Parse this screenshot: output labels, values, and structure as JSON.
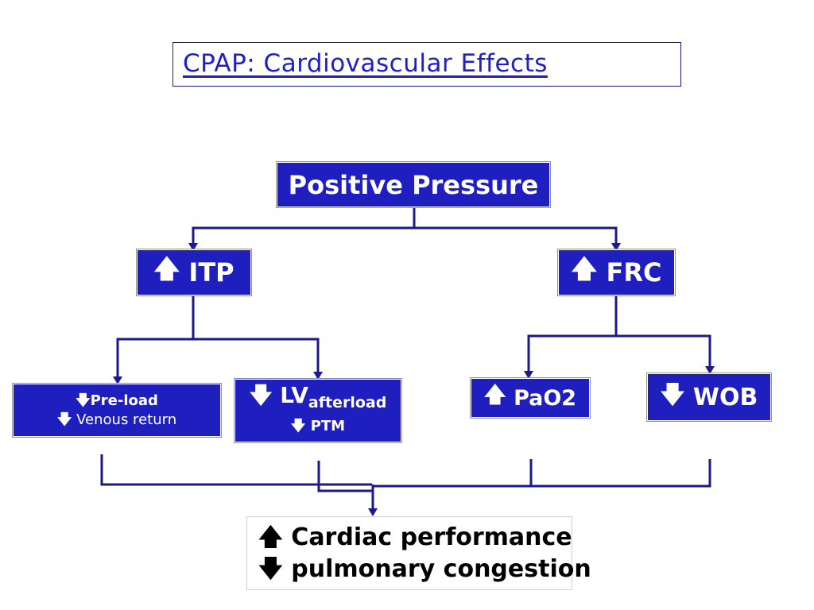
{
  "title": "CPAP: Cardiovascular  Effects",
  "colors": {
    "node_fill": "#1f1fc0",
    "title_text": "#1f1fc8",
    "connector": "#1a1a8c"
  },
  "nodes": {
    "positive_pressure": {
      "label": "Positive Pressure"
    },
    "itp": {
      "arrow": "🡅",
      "label": "ITP"
    },
    "frc": {
      "arrow": "🡅",
      "label": "FRC"
    },
    "preload": {
      "arrow1": "🡇",
      "line1": "Pre-load",
      "arrow2": "🡇",
      "line2": "Venous return"
    },
    "lv_afterload": {
      "arrow1": "🡇",
      "main": "LV",
      "sub": "afterload",
      "arrow2": "🡇",
      "line2": "PTM"
    },
    "pao2": {
      "arrow": "🡅",
      "label": "PaO2"
    },
    "wob": {
      "arrow": "🡇",
      "label": "WOB"
    }
  },
  "result": {
    "line1_arrow": "🡅",
    "line1": "Cardiac performance",
    "line2_arrow": "🡇",
    "line2": "pulmonary congestion"
  }
}
